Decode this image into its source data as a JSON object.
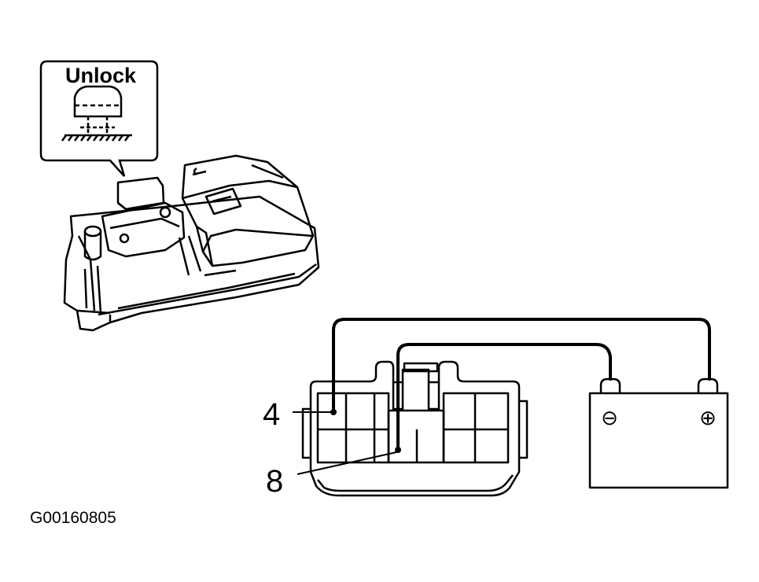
{
  "figure": {
    "callout_label": "Unlock",
    "pin_labels": [
      "4",
      "8"
    ],
    "figure_id": "G00160805"
  },
  "battery": {
    "negative_symbol": "⊖",
    "positive_symbol": "⊕"
  },
  "colors": {
    "ink": "#000000",
    "background": "#ffffff"
  }
}
